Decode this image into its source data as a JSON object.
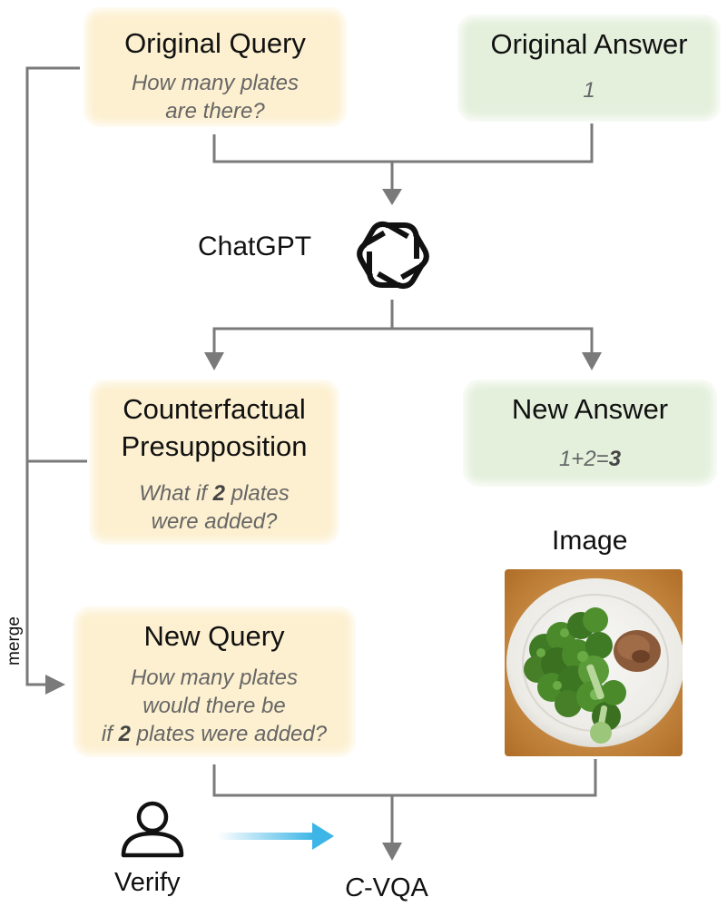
{
  "original_query": {
    "title": "Original Query",
    "line1": "How many plates",
    "line2": "are there?"
  },
  "original_answer": {
    "title": "Original Answer",
    "value": "1"
  },
  "chatgpt_label": "ChatGPT",
  "counterfactual": {
    "title1": "Counterfactual",
    "title2": "Presupposition",
    "line1_a": "What if ",
    "line1_num": "2",
    "line1_b": " plates",
    "line2": "were added?"
  },
  "new_answer": {
    "title": "New Answer",
    "value_a": "1+2=",
    "value_b": "3"
  },
  "image_label": "Image",
  "merge_label": "merge",
  "new_query": {
    "title": "New Query",
    "line1": "How many plates",
    "line2": "would there be",
    "line3_a": "if ",
    "line3_num": "2",
    "line3_b": " plates were added?"
  },
  "verify_label": "Verify",
  "output_label_prefix": "C",
  "output_label_suffix": "-VQA",
  "colors": {
    "query_box": "#fdf0d0",
    "answer_box": "#e4f0dc",
    "line": "#7a7a7a",
    "verify_arrow": "#3db5e6"
  }
}
